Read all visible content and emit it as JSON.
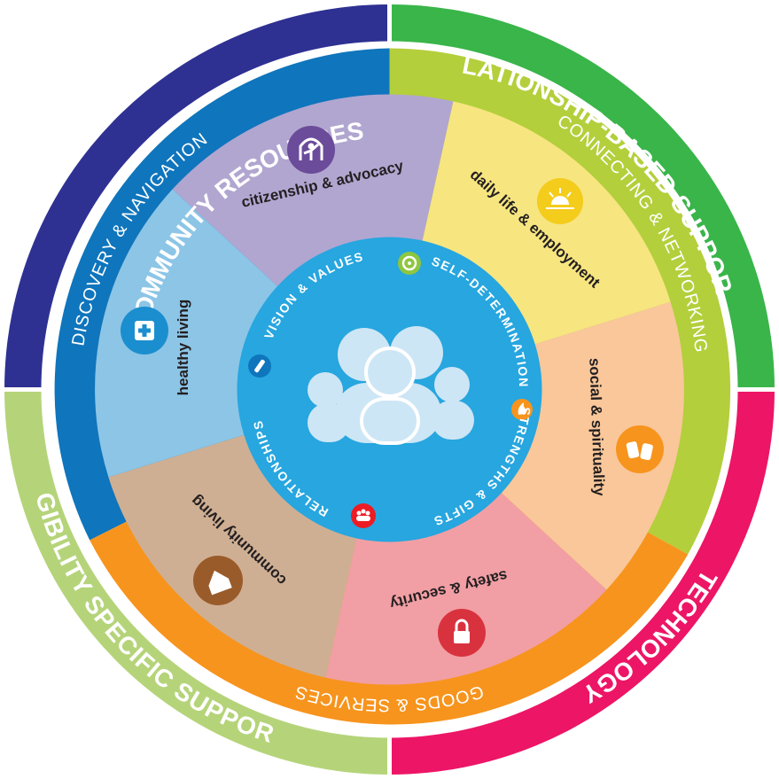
{
  "outer_ring": [
    {
      "label": "COMMUNITY RESOURCES",
      "color": "#2e3192"
    },
    {
      "label": "RELATIONSHIP-BASED SUPPORTS",
      "color": "#39b54a"
    },
    {
      "label": "TECHNOLOGY",
      "color": "#ed1566"
    },
    {
      "label": "ELIGIBILITY SPECIFIC SUPPORTS",
      "color": "#b5d47a"
    }
  ],
  "middle_ring": [
    {
      "label": "DISCOVERY & NAVIGATION",
      "color": "#0f75bc"
    },
    {
      "label": "CONNECTING & NETWORKING",
      "color": "#b3cf3b"
    },
    {
      "label": "GOODS & SERVICES",
      "color": "#f7941d"
    }
  ],
  "life_domains": [
    {
      "label": "citizenship & advocacy",
      "color": "#b1a6d0",
      "icon": "advocacy-icon",
      "icon_color": "#6b4c9a"
    },
    {
      "label": "daily life & employment",
      "color": "#f7e580",
      "icon": "sun-icon",
      "icon_color": "#f4cc1c"
    },
    {
      "label": "social & spirituality",
      "color": "#f9c79a",
      "icon": "social-icon",
      "icon_color": "#f7941d"
    },
    {
      "label": "safety & security",
      "color": "#f19fa4",
      "icon": "security-icon",
      "icon_color": "#d9323f"
    },
    {
      "label": "community living",
      "color": "#cfaf93",
      "icon": "home-icon",
      "icon_color": "#9a5b2a"
    },
    {
      "label": "healthy living",
      "color": "#8cc5e6",
      "icon": "health-icon",
      "icon_color": "#1b8ecf"
    }
  ],
  "core": {
    "color": "#27a6df",
    "labels": [
      {
        "label": "VISION & VALUES",
        "icon": "pen-icon",
        "icon_color": "#0f75bc"
      },
      {
        "label": "SELF-DETERMINATION",
        "icon": "steering-wheel-icon",
        "icon_color": "#8dc63f"
      },
      {
        "label": "STRENGTHS & GIFTS",
        "icon": "flame-icon",
        "icon_color": "#f7941d"
      },
      {
        "label": "RELATIONSHIPS",
        "icon": "group-icon",
        "icon_color": "#ed1c24"
      }
    ],
    "center_icon": "people-group-icon"
  }
}
